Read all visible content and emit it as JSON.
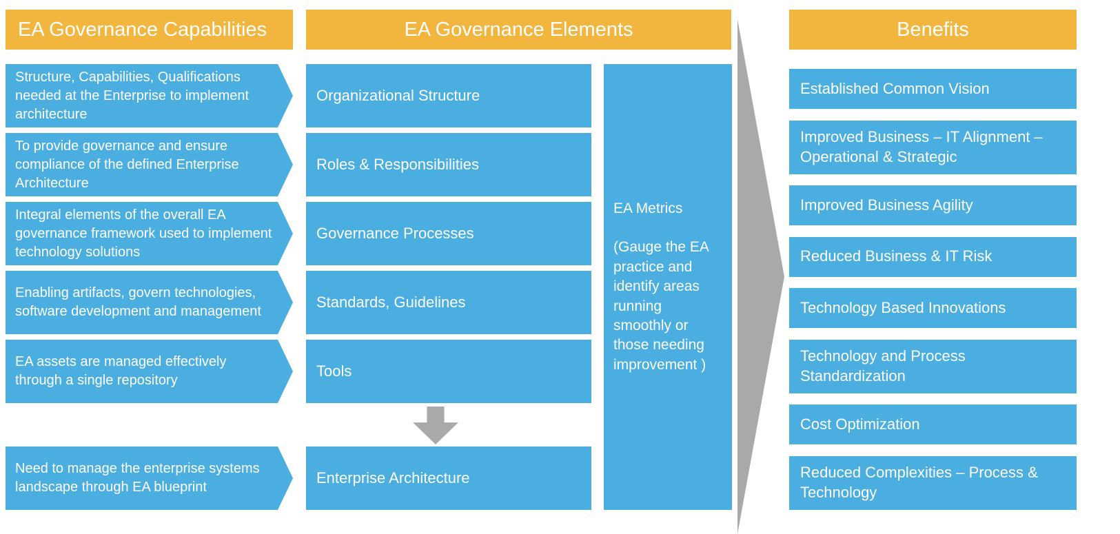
{
  "colors": {
    "orange": "#F2B63F",
    "blue": "#4AAEE0",
    "gray": "#A9A9A9"
  },
  "capabilities": {
    "header": "EA Governance Capabilities",
    "items": [
      "Structure, Capabilities, Qualifications needed at the Enterprise to implement architecture",
      "To provide governance and ensure compliance of the defined Enterprise Architecture",
      "Integral elements of the overall EA governance framework used to implement technology solutions",
      "Enabling artifacts, govern technologies, software development and management",
      "EA assets are managed effectively through a single repository",
      "Need to manage the enterprise systems landscape through EA blueprint"
    ]
  },
  "elements": {
    "header": "EA Governance Elements",
    "items": [
      "Organizational Structure",
      "Roles & Responsibilities",
      "Governance Processes",
      "Standards, Guidelines",
      "Tools",
      "Enterprise Architecture"
    ]
  },
  "metrics": {
    "title": "EA Metrics",
    "description": "(Gauge the EA practice and identify areas running smoothly or those needing improvement )"
  },
  "benefits": {
    "header": "Benefits",
    "items": [
      "Established Common Vision",
      "Improved Business – IT Alignment – Operational & Strategic",
      "Improved Business Agility",
      "Reduced Business & IT Risk",
      "Technology Based Innovations",
      "Technology and Process Standardization",
      "Cost Optimization",
      "Reduced Complexities – Process & Technology"
    ]
  }
}
